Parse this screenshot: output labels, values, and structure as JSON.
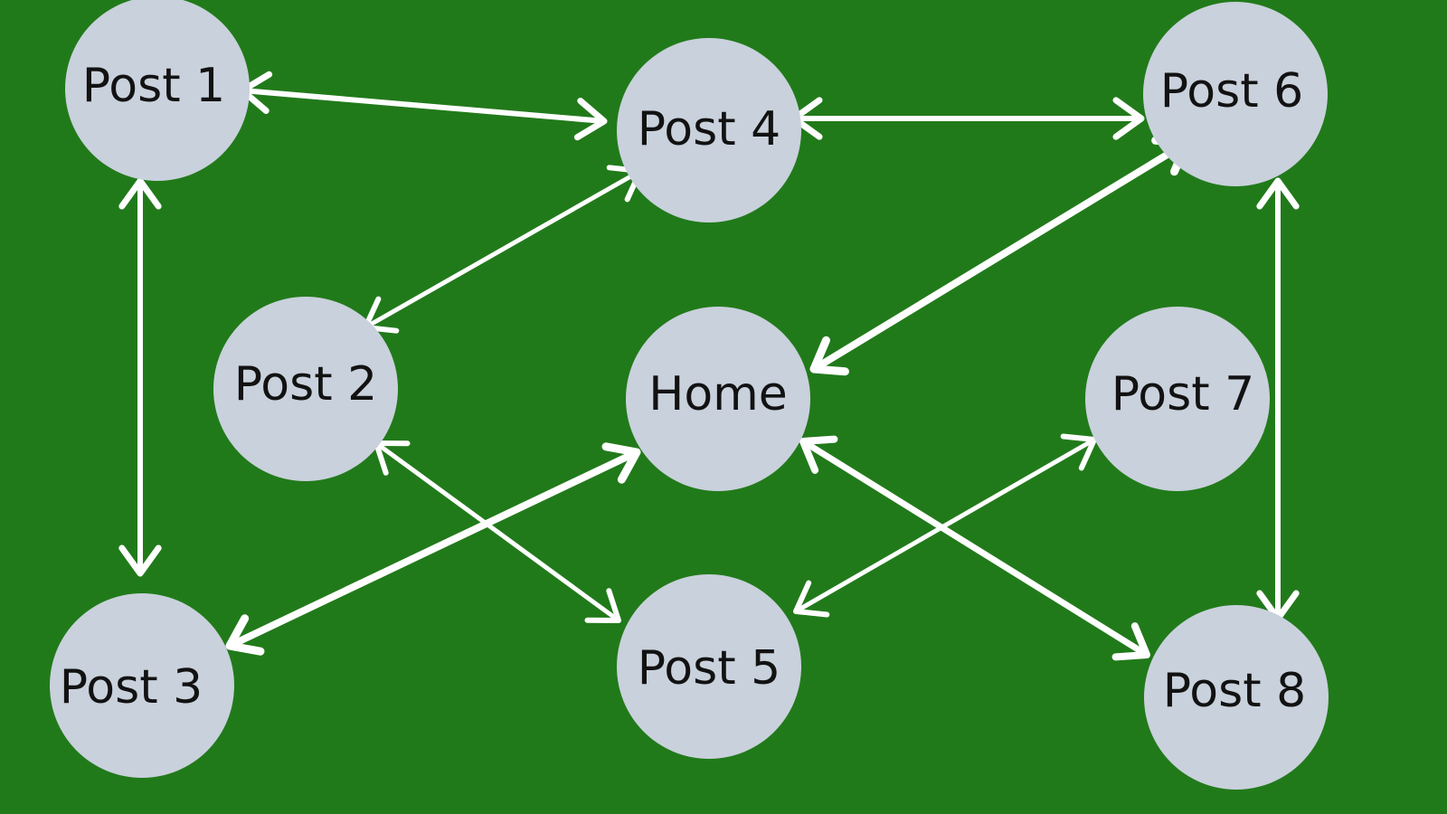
{
  "colors": {
    "background": "#217a1a",
    "node_fill": "#c9d1dc",
    "edge": "#ffffff",
    "label": "#121212"
  },
  "nodes": [
    {
      "id": "post1",
      "label": "Post 1"
    },
    {
      "id": "post2",
      "label": "Post 2"
    },
    {
      "id": "post3",
      "label": "Post 3"
    },
    {
      "id": "post4",
      "label": "Post 4"
    },
    {
      "id": "home",
      "label": "Home"
    },
    {
      "id": "post5",
      "label": "Post 5"
    },
    {
      "id": "post6",
      "label": "Post 6"
    },
    {
      "id": "post7",
      "label": "Post 7"
    },
    {
      "id": "post8",
      "label": "Post 8"
    }
  ],
  "edges": [
    {
      "from": "post1",
      "to": "post4",
      "direction": "both"
    },
    {
      "from": "post1",
      "to": "post3",
      "direction": "both"
    },
    {
      "from": "post4",
      "to": "post6",
      "direction": "both"
    },
    {
      "from": "post4",
      "to": "post2",
      "direction": "both"
    },
    {
      "from": "post6",
      "to": "home",
      "direction": "both"
    },
    {
      "from": "post6",
      "to": "post8",
      "direction": "both"
    },
    {
      "from": "post2",
      "to": "post5",
      "direction": "both"
    },
    {
      "from": "home",
      "to": "post3",
      "direction": "both"
    },
    {
      "from": "home",
      "to": "post8",
      "direction": "both"
    },
    {
      "from": "post7",
      "to": "post5",
      "direction": "both"
    }
  ]
}
